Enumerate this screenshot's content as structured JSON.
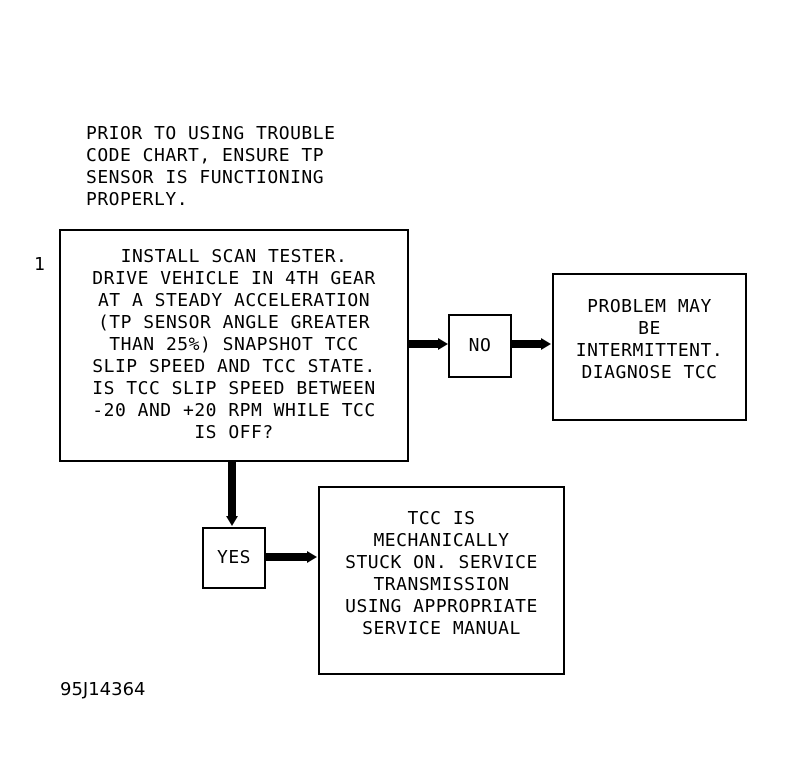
{
  "precondition_note": [
    "PRIOR TO USING TROUBLE",
    "CODE CHART, ENSURE TP",
    "SENSOR IS FUNCTIONING",
    "PROPERLY."
  ],
  "step_number": "1",
  "step1_box": [
    "INSTALL SCAN TESTER.",
    "DRIVE VEHICLE IN 4TH GEAR",
    "AT A STEADY ACCELERATION",
    "(TP SENSOR ANGLE GREATER",
    "THAN 25%) SNAPSHOT TCC",
    "SLIP SPEED AND TCC STATE.",
    "IS TCC SLIP SPEED BETWEEN",
    "-20 AND +20 RPM WHILE TCC",
    "IS OFF?"
  ],
  "no_label": "NO",
  "yes_label": "YES",
  "no_result_box": [
    "PROBLEM MAY",
    "BE",
    "INTERMITTENT.",
    "DIAGNOSE TCC"
  ],
  "yes_result_box": [
    "TCC IS",
    "MECHANICALLY",
    "STUCK ON. SERVICE",
    "TRANSMISSION",
    "USING APPROPRIATE",
    "SERVICE MANUAL"
  ],
  "figure_id": "95J14364"
}
